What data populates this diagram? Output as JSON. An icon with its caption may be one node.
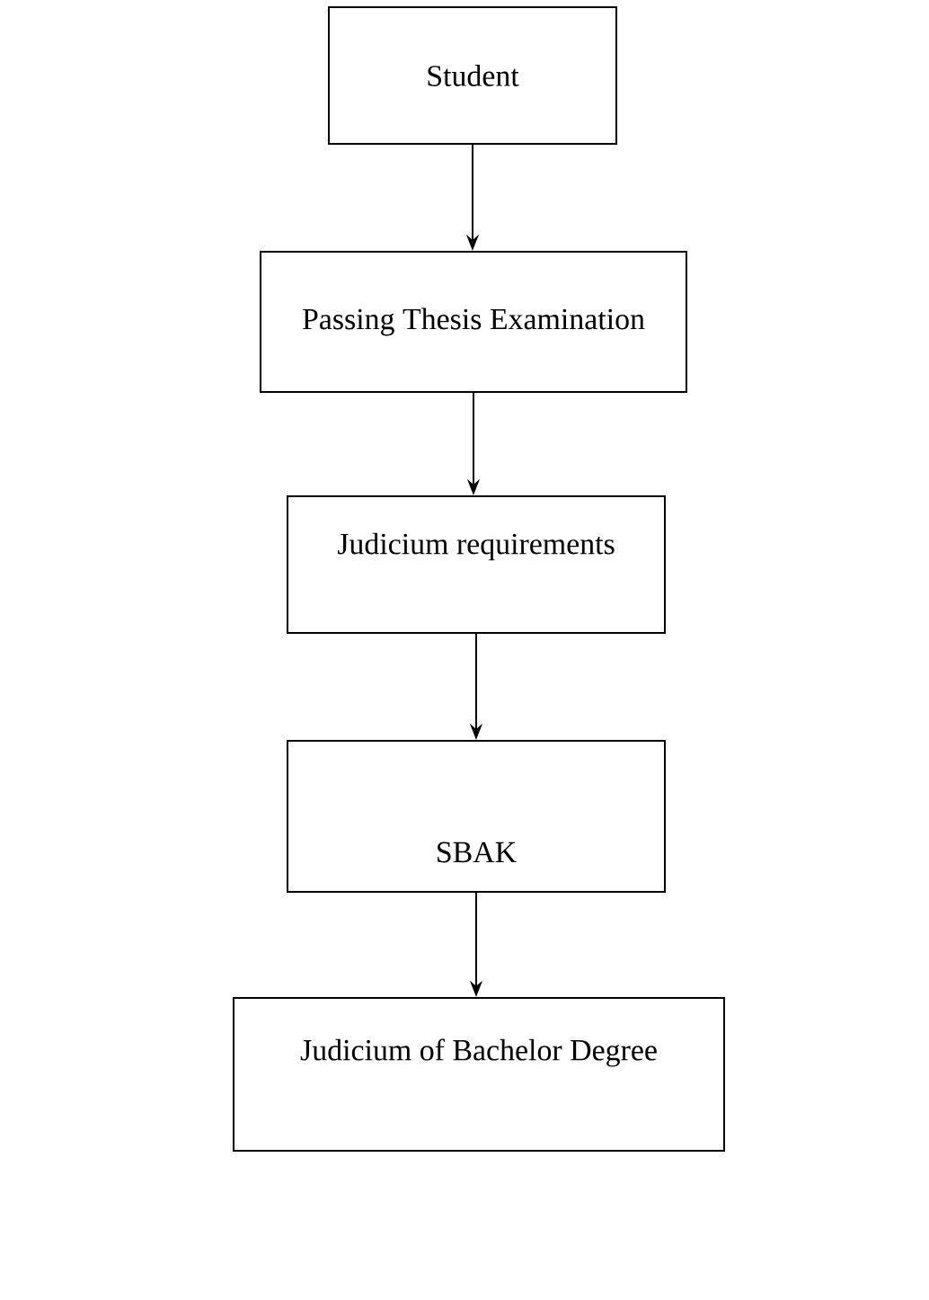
{
  "diagram": {
    "nodes": [
      {
        "text": [
          "Student"
        ]
      },
      {
        "text": [
          "Passing Thesis Examination"
        ]
      },
      {
        "text": [
          "Judicium requirements"
        ]
      },
      {
        "text": [
          "SBAK"
        ]
      },
      {
        "text": [
          "Judicium of  Bachelor Degree"
        ]
      }
    ],
    "edges": [
      {
        "from": 0,
        "to": 1,
        "arrow": "to"
      },
      {
        "from": 1,
        "to": 2,
        "arrow": "to"
      },
      {
        "from": 2,
        "to": 3,
        "arrow": "to"
      },
      {
        "from": 3,
        "to": 4,
        "arrow": "to"
      }
    ]
  }
}
